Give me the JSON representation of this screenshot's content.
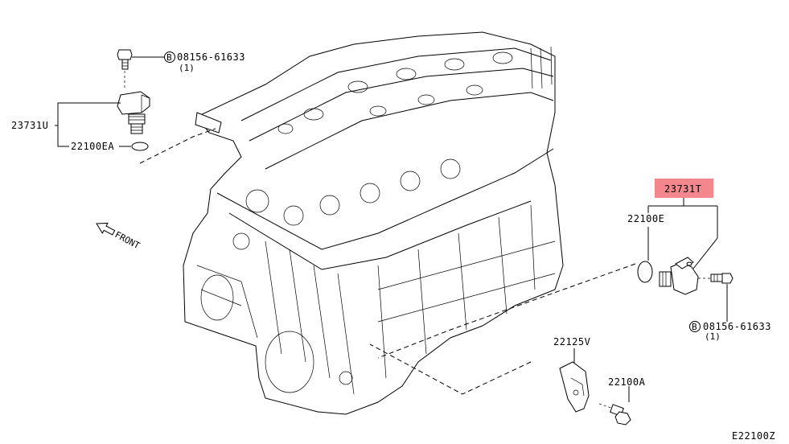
{
  "parts": {
    "sensor_top": "23731U",
    "oring_top": "22100EA",
    "bolt_top_ref": "08156-61633",
    "bolt_top_qty": "(1)",
    "sensor_right": "23731T",
    "oring_right": "22100E",
    "bolt_right_ref": "08156-61633",
    "bolt_right_qty": "(1)",
    "bracket": "22125V",
    "bolt_bracket": "22100A"
  },
  "bolt_marker": "B",
  "front_label": "FRONT",
  "diagram_code": "E22100Z",
  "colors": {
    "highlight": "#f4878d",
    "line": "#000000"
  }
}
